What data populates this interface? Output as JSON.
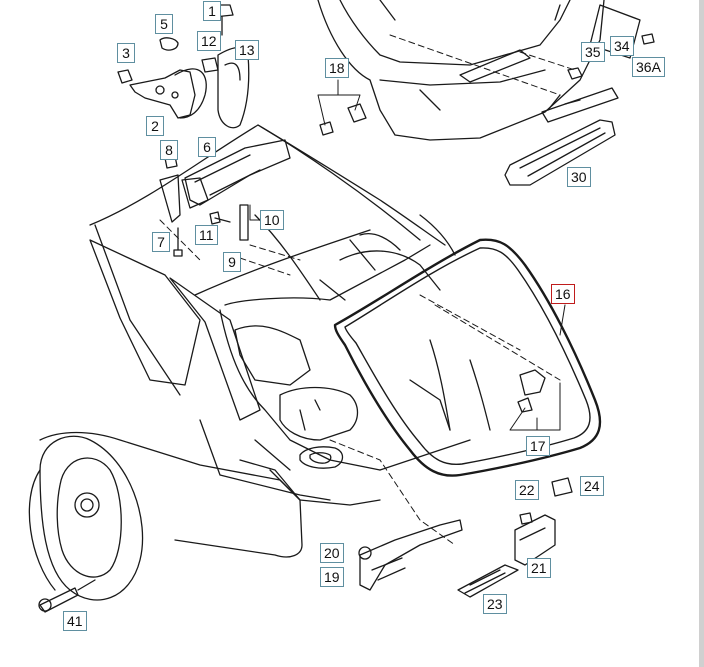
{
  "accent_color": "#5f8fa0",
  "highlight_color": "#c01c1c",
  "callouts": {
    "c1": "1",
    "c2": "2",
    "c3": "3",
    "c5": "5",
    "c6": "6",
    "c7": "7",
    "c8": "8",
    "c9": "9",
    "c10": "10",
    "c11": "11",
    "c12": "12",
    "c13": "13",
    "c16": "16",
    "c17": "17",
    "c18": "18",
    "c19": "19",
    "c20": "20",
    "c21": "21",
    "c22": "22",
    "c23": "23",
    "c24": "24",
    "c30": "30",
    "c34": "34",
    "c35": "35",
    "c36a": "36A",
    "c41": "41"
  }
}
